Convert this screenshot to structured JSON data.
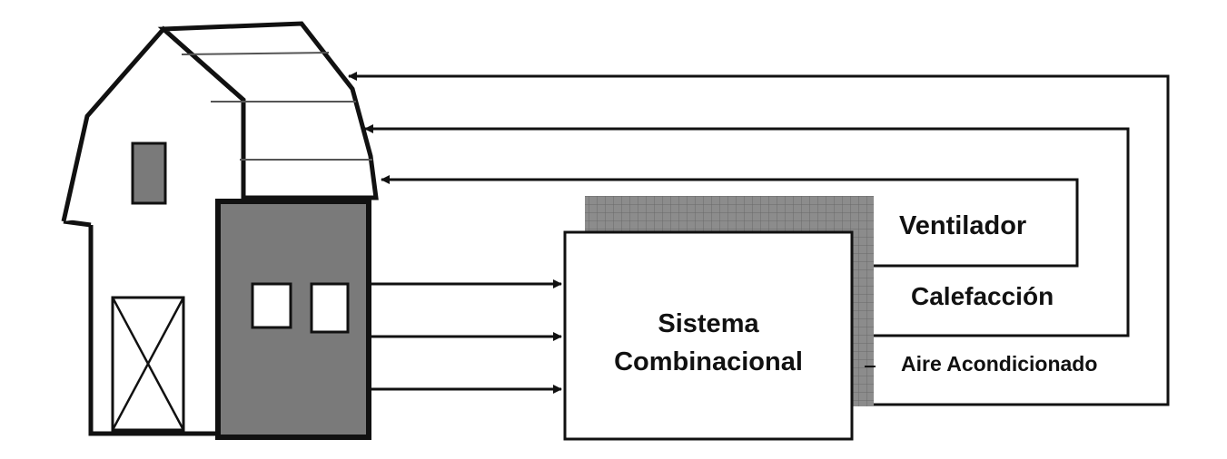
{
  "system": {
    "line1": "Sistema",
    "line2": "Combinacional"
  },
  "outputs": {
    "ventilador": "Ventilador",
    "calefaccion": "Calefacción",
    "aire": "Aire Acondicionado"
  },
  "colors": {
    "stroke": "#111111",
    "fill_dark": "#7a7a7a",
    "fill_grid": "#8c8c8c",
    "background": "#ffffff"
  }
}
